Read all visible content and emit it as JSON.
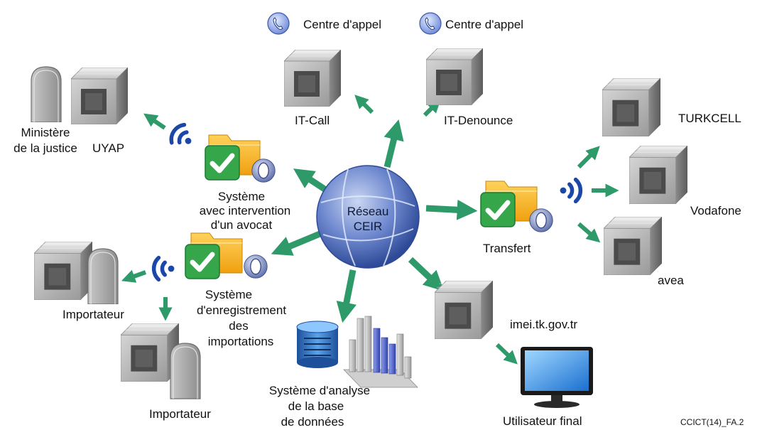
{
  "hub": {
    "line1": "Réseau",
    "line2": "CEIR"
  },
  "labels": {
    "call_center_1": "Centre d'appel",
    "call_center_2": "Centre d'appel",
    "it_call": "IT-Call",
    "it_denounce": "IT-Denounce",
    "turkcell": "TURKCELL",
    "vodafone": "Vodafone",
    "avea": "avea",
    "ministry_1": "Ministère",
    "ministry_2": "de la justice",
    "uyap": "UYAP",
    "lawyer_system_1": "Système",
    "lawyer_system_2": "avec intervention",
    "lawyer_system_3": "d'un avocat",
    "transfer": "Transfert",
    "import_system_1": "Système",
    "import_system_2": "d'enregistrement",
    "import_system_3": "des",
    "import_system_4": "importations",
    "importer_1": "Importateur",
    "importer_2": "Importateur",
    "imei_site": "imei.tk.gov.tr",
    "end_user": "Utilisateur final",
    "db_system_1": "Système d'analyse",
    "db_system_2": "de la base",
    "db_system_3": "de données",
    "figure_id": "CCICT(14)_FA.2"
  },
  "colors": {
    "arrow": "#2e9a6a",
    "wifi": "#1a47a8",
    "server_light": "#d6d6d6",
    "server_dark": "#4a4a4a",
    "folder": "#f6b21b",
    "check": "#35a64a",
    "hub": "#4a68b8"
  }
}
